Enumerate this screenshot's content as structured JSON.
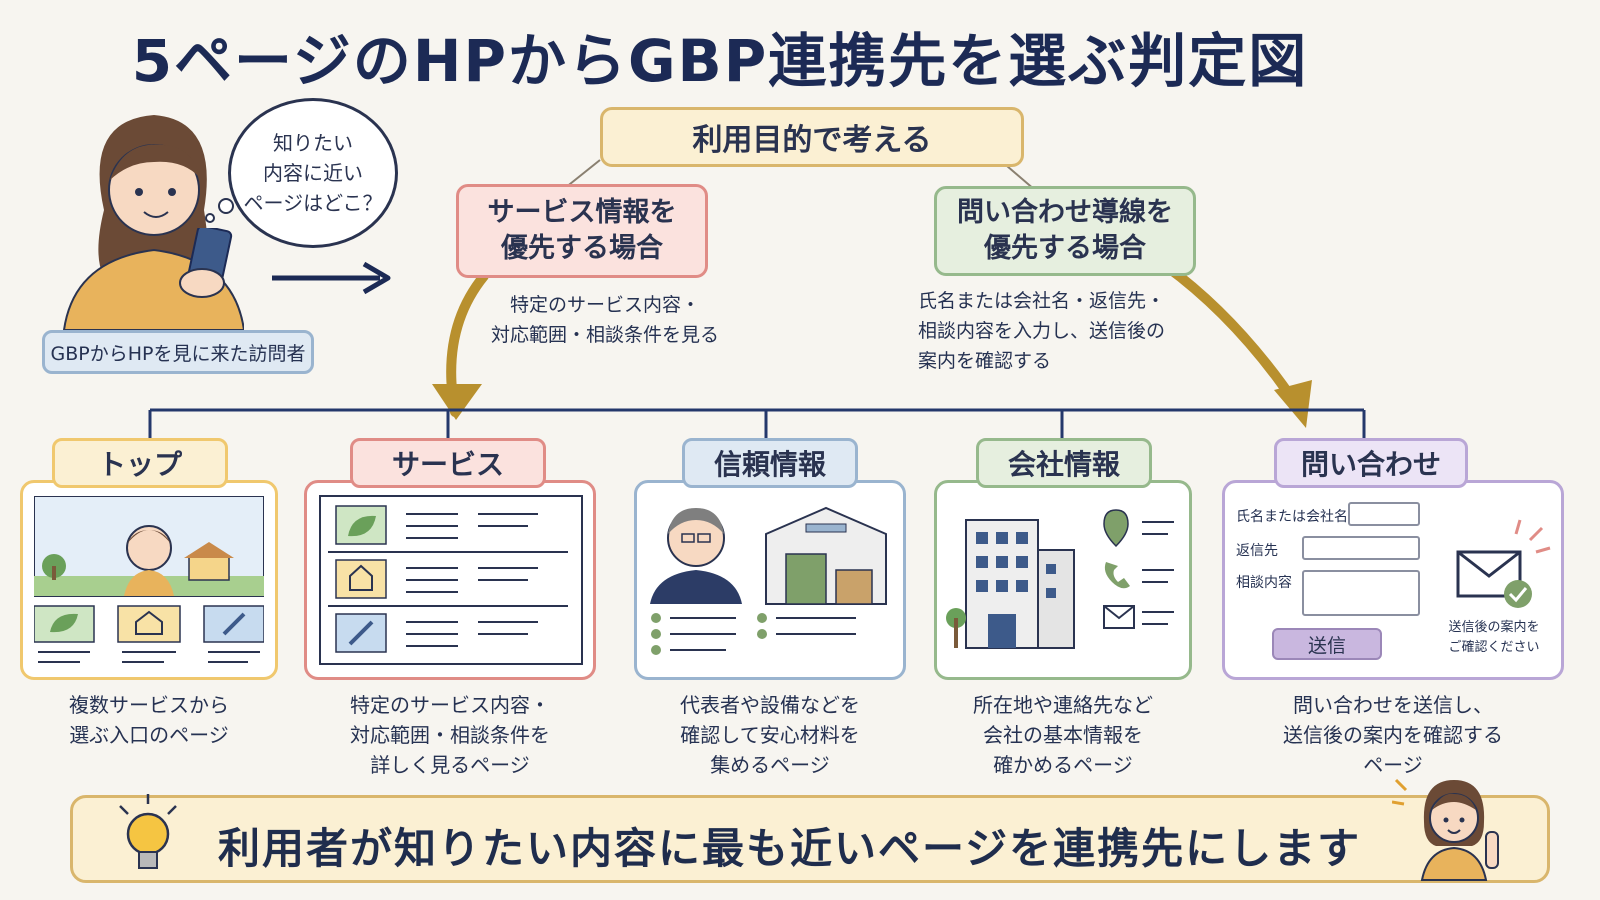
{
  "title": "5ページのHPからGBP連携先を選ぶ判定図",
  "visitor": {
    "thought": [
      "知りたい",
      "内容に近い",
      "ページはどこ？"
    ],
    "label": "GBPからHPを見に来た訪問者"
  },
  "purpose": "利用目的で考える",
  "cases": {
    "service": {
      "title": [
        "サービス情報を",
        "優先する場合"
      ],
      "desc": [
        "特定のサービス内容・",
        "対応範囲・相談条件を見る"
      ]
    },
    "contact": {
      "title": [
        "問い合わせ導線を",
        "優先する場合"
      ],
      "desc": [
        "氏名または会社名・返信先・",
        "相談内容を入力し、送信後の",
        "案内を確認する"
      ]
    }
  },
  "pages": [
    {
      "name": "トップ",
      "caption": [
        "複数サービスから",
        "選ぶ入口のページ"
      ],
      "color": "#f0c86e"
    },
    {
      "name": "サービス",
      "caption": [
        "特定のサービス内容・",
        "対応範囲・相談条件を",
        "詳しく見るページ"
      ],
      "color": "#e08c86"
    },
    {
      "name": "信頼情報",
      "caption": [
        "代表者や設備などを",
        "確認して安心材料を",
        "集めるページ"
      ],
      "color": "#9ab4cf"
    },
    {
      "name": "会社情報",
      "caption": [
        "所在地や連絡先など",
        "会社の基本情報を",
        "確かめるページ"
      ],
      "color": "#96b98c"
    },
    {
      "name": "問い合わせ",
      "caption": [
        "問い合わせを送信し、",
        "送信後の案内を確認する",
        "ページ"
      ],
      "color": "#b9a6d6"
    }
  ],
  "form": {
    "name_label": "氏名または会社名",
    "reply_label": "返信先",
    "content_label": "相談内容",
    "submit": "送信",
    "sent_note": [
      "送信後の案内を",
      "ご確認ください"
    ]
  },
  "conclusion": "利用者が知りたい内容に最も近いページを連携先にします",
  "icons": [
    "thought-bubble-icon",
    "smartphone-icon",
    "arrow-right-icon",
    "leaf-icon",
    "house-icon",
    "wrench-icon",
    "location-pin-icon",
    "phone-icon",
    "envelope-icon",
    "check-icon",
    "lightbulb-icon"
  ]
}
